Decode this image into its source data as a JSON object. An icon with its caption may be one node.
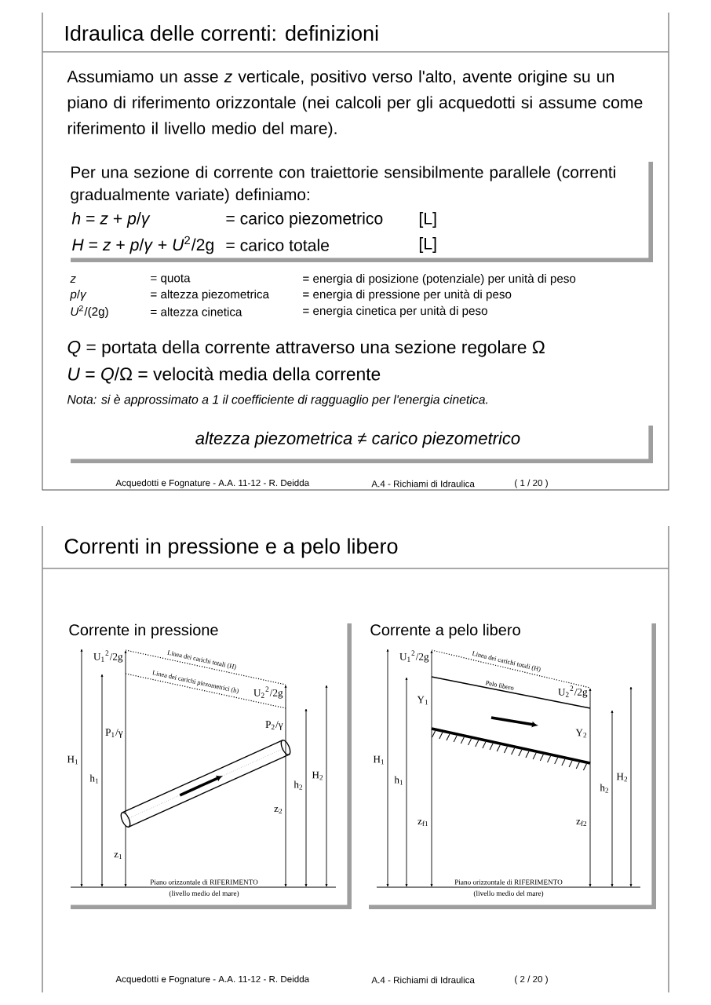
{
  "diagram": {
    "nodes": [
      {
        "text": [
          "Per una sezione di corrente con traiettorie sensibilmente parallele (correnti gradualmente variate) definiamo:",
          "*h* = *z* + *p*/*γ*",
          "= carico piezometrico",
          "[L]",
          "*H* = *z* + *p*/*γ* + *U*$^{2}$/2g",
          "= carico totale",
          "[L]"
        ]
      },
      {
        "text": [
          "altezza piezometrica ≠ carico piezometrico"
        ]
      },
      {
        "text": [
          "Corrente in pressione"
        ]
      },
      {
        "text": [
          "Corrente a pelo libero"
        ]
      }
    ],
    "labels": [
      "Idraulica delle correnti: definizioni",
      "Assumiamo un asse *z* verticale, positivo verso l'alto, avente origine su un piano di riferimento orizzontale (nei calcoli per gli acquedotti si assume come riferimento il livello medio del mare).",
      "*z*",
      "= quota",
      "= energia di posizione (potenziale) per unità di peso",
      "*p*/*γ*",
      "= altezza piezometrica",
      "= energia di pressione per unità di peso",
      "*U*$^{2}$/(2g)",
      "= altezza cinetica",
      "= energia cinetica per unità di peso",
      "*Q* = portata della corrente attraverso una sezione regolare Ω",
      "*U* = *Q*/Ω = velocità media della corrente",
      "Nota: si è approssimato a 1 il coefficiente di ragguaglio per l'energia cinetica.",
      "Acquedotti e Fognature - A.A. 11-12 - R. Deidda",
      "A.4 - Richiami di Idraulica",
      "( 1 / 20 )",
      "Correnti in pressione e a pelo libero",
      "U$_{1}$$^{2}$/2g",
      "Linea dei carichi totali (H)",
      "Linea dei carichi piezometrici (h)",
      "U$_{2}$$^{2}$/2g",
      "P$_{2}$/γ",
      "P$_{1}$/γ",
      "H$_{1}$",
      "h$_{1}$",
      "h$_{2}$",
      "H$_{2}$",
      "z$_{2}$",
      "z$_{1}$",
      "Piano orizzontale di RIFERIMENTO",
      "(livello medio del mare)",
      "U$_{1}$$^{2}$/2g",
      "Linea dei carichi totali (H)",
      "Pelo libero",
      "Y$_{1}$",
      "U$_{2}$$^{2}$/2g",
      "Y$_{2}$",
      "H$_{1}$",
      "h$_{1}$",
      "h$_{2}$",
      "H$_{2}$",
      "z$_{f1}$",
      "z$_{f2}$",
      "Piano orizzontale di RIFERIMENTO",
      "(livello medio del mare)",
      "Acquedotti e Fognature - A.A. 11-12 - R. Deidda",
      "A.4 - Richiami di Idraulica",
      "( 2 / 20 )"
    ]
  }
}
